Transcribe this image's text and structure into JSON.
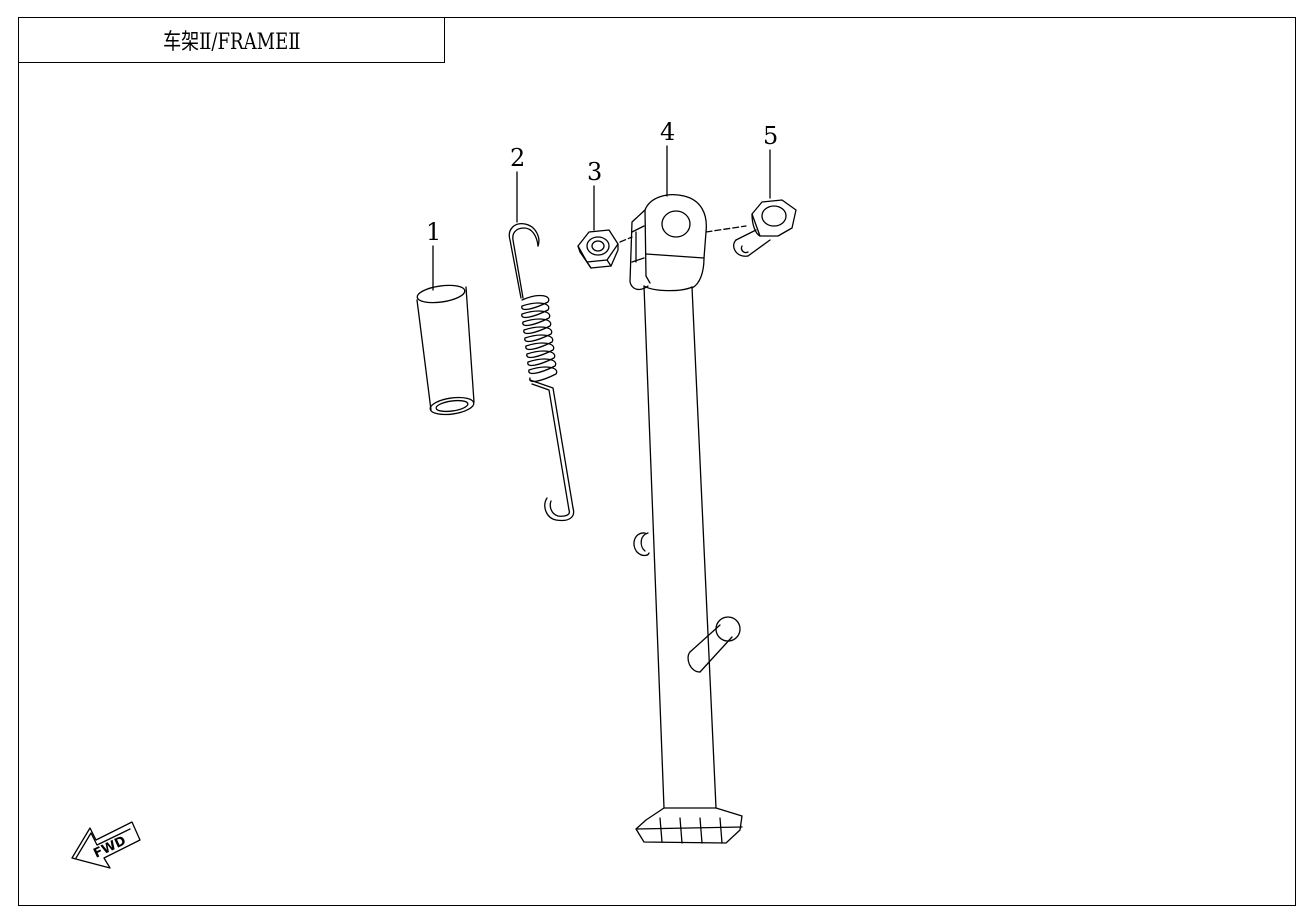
{
  "title": "车架Ⅱ/FRAMEⅡ",
  "parts": [
    {
      "number": "1",
      "icon": "spacer-tube-icon"
    },
    {
      "number": "2",
      "icon": "return-spring-icon"
    },
    {
      "number": "3",
      "icon": "lock-nut-icon"
    },
    {
      "number": "4",
      "icon": "side-stand-icon"
    },
    {
      "number": "5",
      "icon": "pivot-bolt-icon"
    }
  ],
  "direction_indicator": "FWD",
  "colors": {
    "line": "#000000",
    "background": "#ffffff"
  }
}
